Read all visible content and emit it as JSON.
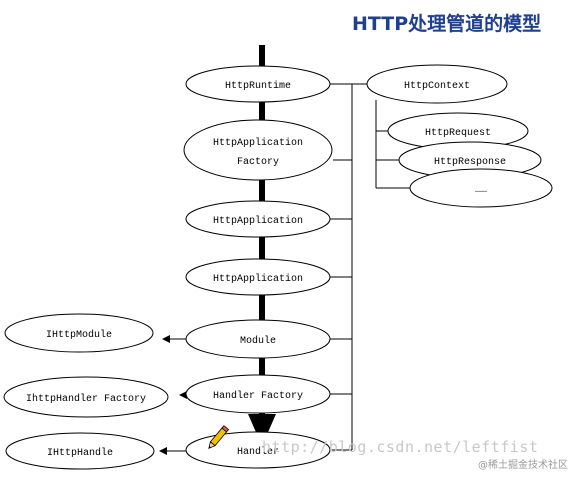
{
  "title": "HTTP处理管道的模型",
  "nodes": {
    "http_runtime": "HttpRuntime",
    "http_app_factory_line1": "HttpApplication",
    "http_app_factory_line2": "Factory",
    "http_application_1": "HttpApplication",
    "http_application_2": "HttpApplication",
    "module": "Module",
    "handler_factory": "Handler Factory",
    "handler": "Handler",
    "http_context": "HttpContext",
    "http_request": "HttpRequest",
    "http_response": "HttpResponse",
    "ellipsis": "……",
    "ihttp_module": "IHttpModule",
    "ihttp_handler_factory": "IhttpHandler Factory",
    "ihttp_handle": "IHttpHandle"
  },
  "icons": {
    "pencil": "pencil-icon"
  },
  "watermarks": {
    "blog": "http://blog.csdn.net/leftfist",
    "community": "@稀土掘金技术社区"
  }
}
